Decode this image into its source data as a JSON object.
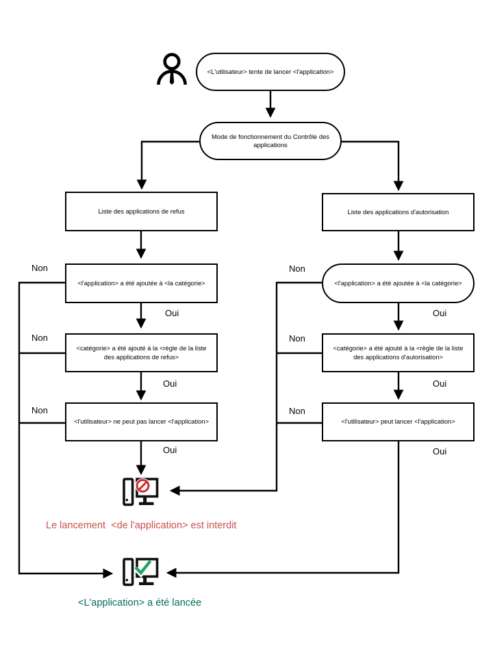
{
  "labels": {
    "yes": "Oui",
    "no": "Non"
  },
  "nodes": {
    "start": "<L'utilisateur> tente de lancer <l'application>",
    "mode": "Mode de fonctionnement du Contrôle des applications",
    "deny_list": "Liste des applications de refus",
    "deny_q_category": "<l'application> a été ajoutée à <la catégorie>",
    "deny_q_rule": "<catégorie> a été ajouté à la <règle de la liste des applications de refus>",
    "deny_q_user": "<l'utilisateur> ne peut pas lancer <l'application>",
    "allow_list": "Liste des applications d'autorisation",
    "allow_q_category": "<l'application> a été ajoutée à <la catégorie>",
    "allow_q_rule": "<catégorie> a été ajouté à la <règle de la liste des applications d'autorisation>",
    "allow_q_user": "<l'utilisateur> peut lancer <l'application>"
  },
  "outcomes": {
    "blocked": "Le lancement  <de l'application> est interdit",
    "launched": "<L'application> a été lancée"
  },
  "colors": {
    "line": "#000000",
    "blocked_text": "#C9524E",
    "launched_text": "#006E5C",
    "prohibit_sign": "#D02C2C",
    "check_mark": "#21A265"
  },
  "icons": {
    "user": "user-icon",
    "blocked": "blocked-computer-icon",
    "launched": "launched-computer-icon"
  }
}
